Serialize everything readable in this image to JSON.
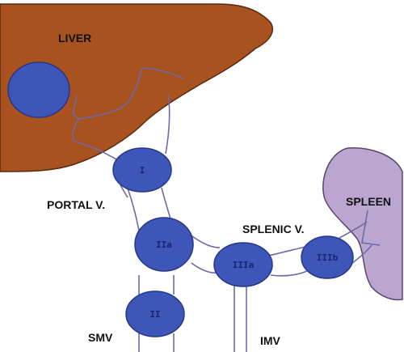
{
  "labels": {
    "liver": "LIVER",
    "portal": "PORTAL V.",
    "spleen": "SPLEEN",
    "splenic": "SPLENIC V.",
    "smv": "SMV",
    "imv": "IMV"
  },
  "node_labels": {
    "liver_node": "",
    "portal_node": "I",
    "confluence_node": "IIa",
    "splenic_mid_node": "IIIa",
    "splenic_right_node": "IIIb",
    "smv_node": "II"
  },
  "colors": {
    "liver_fill": "#A8521F",
    "liver_stroke": "#5a2a0e",
    "spleen_fill": "#BBA6CF",
    "spleen_stroke": "#5a4570",
    "vessel_stroke": "#6d6aa8",
    "node_fill": "#3E56B8",
    "node_stroke": "#27368a",
    "node_text": "#1a2570",
    "label_text": "#111111"
  }
}
